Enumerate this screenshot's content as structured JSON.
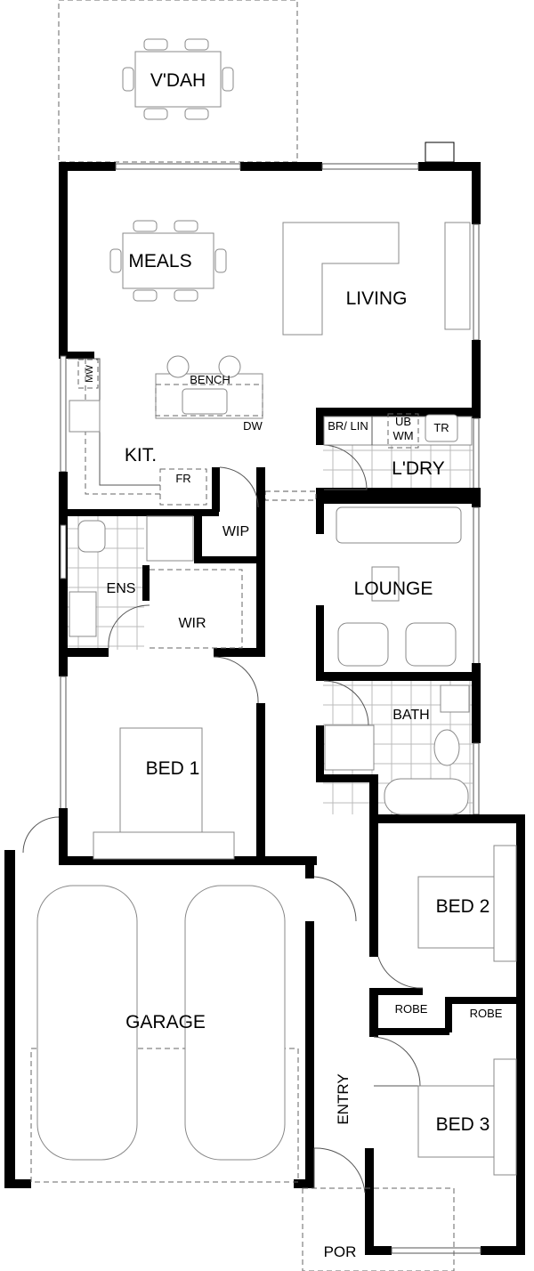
{
  "plan": {
    "rooms": {
      "verandah": "V'DAH",
      "meals": "MEALS",
      "living": "LIVING",
      "kitchen": "KIT.",
      "laundry": "L'DRY",
      "wip": "WIP",
      "ensuite": "ENS",
      "wir": "WIR",
      "lounge": "LOUNGE",
      "bath": "BATH",
      "bed1": "BED 1",
      "bed2": "BED 2",
      "bed3": "BED 3",
      "garage": "GARAGE",
      "entry": "ENTRY",
      "porch": "POR"
    },
    "fixtures": {
      "microwave": "MW",
      "bench": "BENCH",
      "dishwasher": "DW",
      "fridge": "FR",
      "linen": "BR/ LIN",
      "underbench": "UB",
      "washing_machine": "WM",
      "trough": "TR",
      "robe_a": "ROBE",
      "robe_b": "ROBE"
    }
  }
}
